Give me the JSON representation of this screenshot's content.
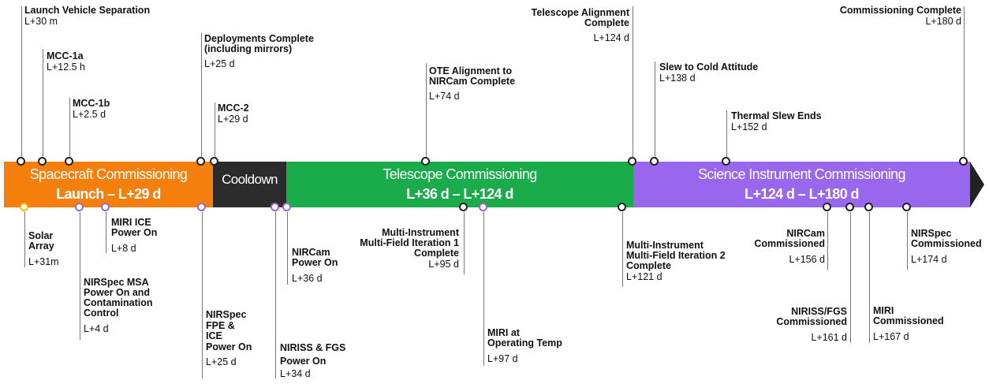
{
  "colors": {
    "spacecraft": "#f57f0c",
    "cooldown": "#2b2b2b",
    "telescope": "#1aab4b",
    "science": "#9966ee",
    "milestone_dark": "#222222",
    "milestone_yellow": "#f5b800",
    "milestone_purple": "#9966cc"
  },
  "phases": [
    {
      "name": "Spacecraft Commissioning",
      "range": "Launch – L+29 d"
    },
    {
      "name": "Cooldown",
      "range": ""
    },
    {
      "name": "Telescope Commissioning",
      "range": "L+36 d – L+124 d"
    },
    {
      "name": "Science Instrument Commissioning",
      "range": "L+124 d – L+180 d"
    }
  ],
  "above": [
    {
      "title": "Launch Vehicle Separation",
      "date": "L+30 m"
    },
    {
      "title": "MCC-1a",
      "date": "L+12.5 h"
    },
    {
      "title": "MCC-1b",
      "date": "L+2.5 d"
    },
    {
      "title": "Deployments Complete\n(including mirrors)",
      "date": "L+25 d"
    },
    {
      "title": "MCC-2",
      "date": "L+29 d"
    },
    {
      "title": "OTE Alignment to\nNIRCam Complete",
      "date": "L+74 d"
    },
    {
      "title": "Telescope Alignment\nComplete",
      "date": "L+124 d"
    },
    {
      "title": "Slew to Cold Attitude",
      "date": "L+138 d"
    },
    {
      "title": "Thermal Slew Ends",
      "date": "L+152 d"
    },
    {
      "title": "Commissioning Complete",
      "date": "L+180 d"
    }
  ],
  "below": [
    {
      "title": "Solar\nArray",
      "date": "L+31m"
    },
    {
      "title": "MIRI ICE\nPower On",
      "date": "L+8 d"
    },
    {
      "title": "NIRSpec MSA\nPower On and\nContamination\nControl",
      "date": "L+4 d"
    },
    {
      "title": "NIRSpec\nFPE &\nICE\nPower On",
      "date": "L+25 d"
    },
    {
      "title": "NIRISS & FGS\nPower On",
      "date": "L+34 d"
    },
    {
      "title": "NIRCam\nPower On",
      "date": "L+36 d"
    },
    {
      "title": "Multi-Instrument\nMulti-Field Iteration 1\nComplete",
      "date": "L+95 d"
    },
    {
      "title": "MIRI at\nOperating Temp",
      "date": "L+97 d"
    },
    {
      "title": "Multi-Instrument\nMulti-Field Iteration 2\nComplete",
      "date": "L+121 d"
    },
    {
      "title": "NIRCam\nCommissioned",
      "date": "L+156 d"
    },
    {
      "title": "NIRISS/FGS\nCommissioned",
      "date": "L+161 d"
    },
    {
      "title": "MIRI\nCommissioned",
      "date": "L+167 d"
    },
    {
      "title": "NIRSpec\nCommissioned",
      "date": "L+174 d"
    }
  ]
}
